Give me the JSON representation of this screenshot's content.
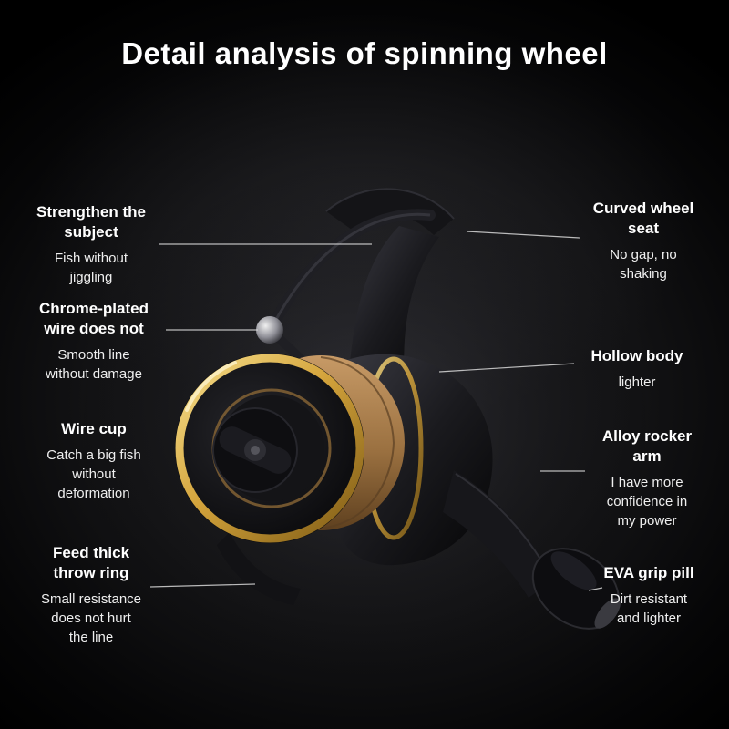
{
  "title": "Detail analysis of spinning wheel",
  "image": {
    "alt": "Black and gold spinning fishing reel, three-quarter view",
    "accent_gold": "#d4a43c",
    "accent_copper": "#a87a4a",
    "background": "#0a0a0b",
    "text_color": "#ffffff"
  },
  "callouts": {
    "left": [
      {
        "heading": "Strengthen the\nsubject",
        "description": "Fish without\njiggling"
      },
      {
        "heading": "Chrome-plated\nwire does not",
        "description": "Smooth line\nwithout damage"
      },
      {
        "heading": "Wire cup",
        "description": "Catch a big fish\nwithout\ndeformation"
      },
      {
        "heading": "Feed thick\nthrow ring",
        "description": "Small resistance\ndoes not hurt\nthe line"
      }
    ],
    "right": [
      {
        "heading": "Curved wheel\nseat",
        "description": "No gap, no\nshaking"
      },
      {
        "heading": "Hollow body",
        "description": "lighter"
      },
      {
        "heading": "Alloy rocker\narm",
        "description": "I have more\nconfidence in\nmy power"
      },
      {
        "heading": "EVA grip pill",
        "description": "Dirt resistant\nand lighter"
      }
    ]
  }
}
